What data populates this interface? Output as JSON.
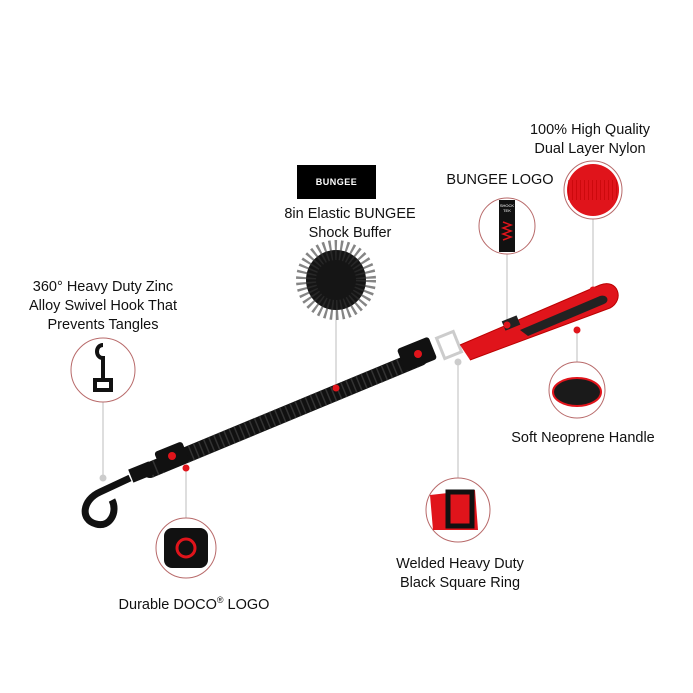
{
  "labels": {
    "nylon": [
      "100% High Quality",
      "Dual Layer Nylon"
    ],
    "bungee_logo": "BUNGEE LOGO",
    "bungee_badge": "BUNGEE",
    "shock": [
      "8in Elastic BUNGEE",
      "Shock Buffer"
    ],
    "swivel": [
      "360° Heavy Duty Zinc",
      "Alloy Swivel Hook That",
      "Prevents Tangles"
    ],
    "neoprene": "Soft Neoprene Handle",
    "ring": [
      "Welded Heavy Duty",
      "Black Square Ring"
    ],
    "doco": "Durable DOCO",
    "doco_reg": "®",
    "doco_tail": " LOGO",
    "logo_tag": [
      "SHOCK",
      "TEK"
    ]
  },
  "colors": {
    "accent": "#e0141b",
    "strap": "#111111",
    "ring": "#b86a6a"
  }
}
